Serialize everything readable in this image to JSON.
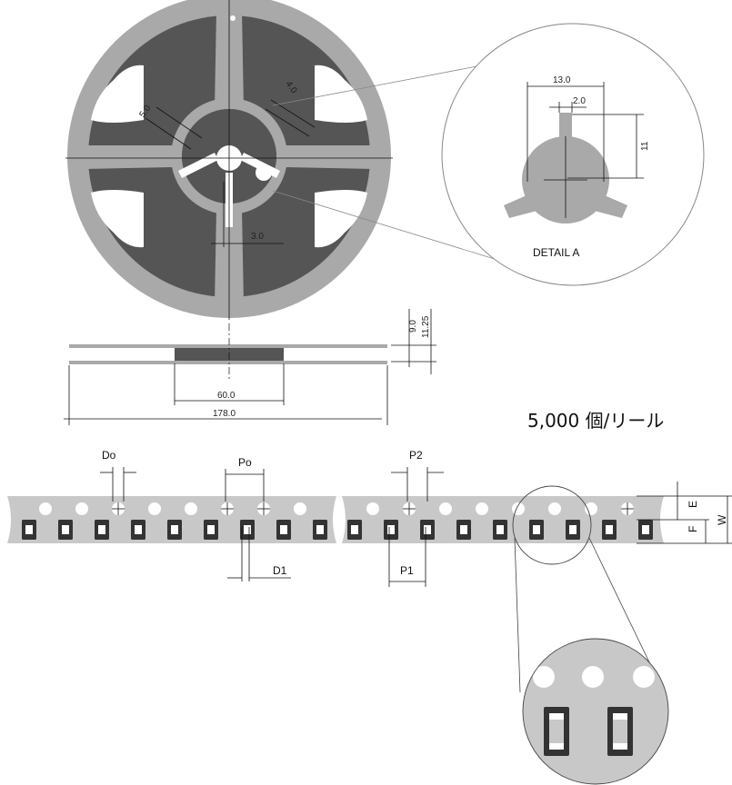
{
  "reel": {
    "dim_slot_width": "5.0",
    "dim_spoke": "4.0",
    "dim_key": "3.0",
    "detail_width": "13.0",
    "detail_key": "2.0",
    "detail_height": "11",
    "detail_title": "DETAIL A"
  },
  "side_view": {
    "dim_gap": "9.0",
    "dim_total_gap": "11.25",
    "dim_hub": "60.0",
    "dim_diameter": "178.0"
  },
  "quantity_text": "5,000 個/リール",
  "tape": {
    "label_do": "Do",
    "label_po": "Po",
    "label_p2": "P2",
    "label_d1": "D1",
    "label_p1": "P1",
    "label_e": "E",
    "label_f": "F",
    "label_w": "W"
  },
  "colors": {
    "reel_gray": "#a9a9a9",
    "reel_dark": "#555555",
    "tape_gray": "#c8c8c8",
    "pocket_dark": "#333333"
  }
}
